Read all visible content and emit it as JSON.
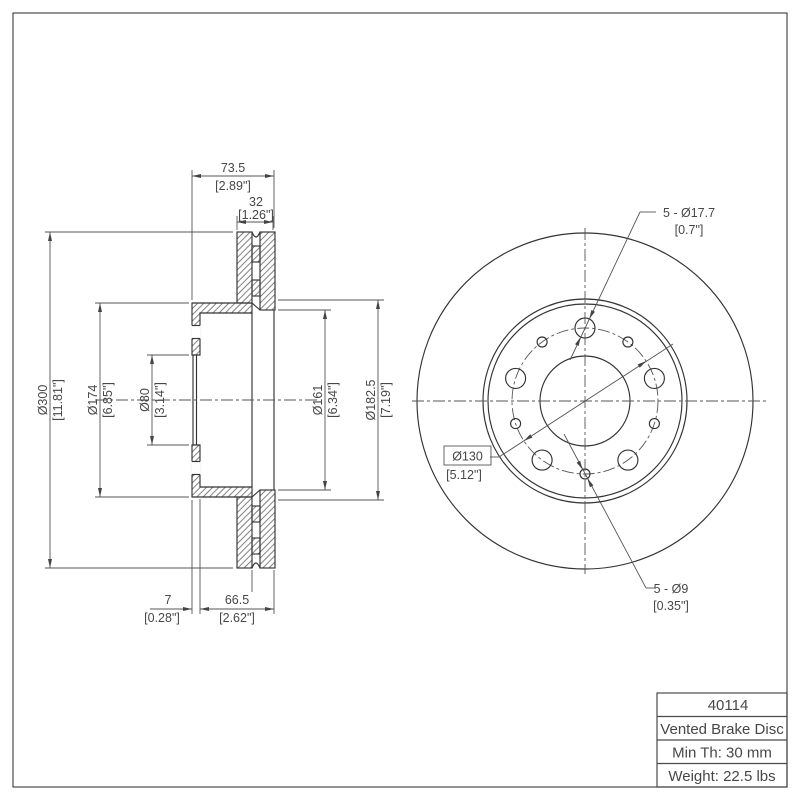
{
  "title_block": {
    "rows": [
      "40114",
      "Vented Brake Disc",
      "Min Th: 30 mm",
      "Weight: 22.5 lbs"
    ]
  },
  "section": {
    "width_total_mm": "73.5",
    "width_total_in": "[2.89\"]",
    "disc_th_mm": "32",
    "disc_th_in": "[1.26\"]",
    "outer_dia_mm": "Ø300",
    "outer_dia_in": "[11.81\"]",
    "hat_dia_mm": "Ø174",
    "hat_dia_in": "[6.85\"]",
    "bore_dia_mm": "Ø80",
    "bore_dia_in": "[3.14\"]",
    "vent_id_mm": "Ø161",
    "vent_id_in": "[6.34\"]",
    "pad_id_mm": "Ø182.5",
    "pad_id_in": "[7.19\"]",
    "hat_th_mm": "7",
    "hat_th_in": "[0.28\"]",
    "height_mm": "66.5",
    "height_in": "[2.62\"]"
  },
  "front": {
    "lug_mm": "5 - Ø17.7",
    "lug_in": "[0.7\"]",
    "bcd_mm": "Ø130",
    "bcd_in": "[5.12\"]",
    "small_mm": "5 - Ø9",
    "small_in": "[0.35\"]"
  },
  "colors": {
    "part_line": "#333333",
    "dim_line": "#555555",
    "text": "#474747"
  }
}
